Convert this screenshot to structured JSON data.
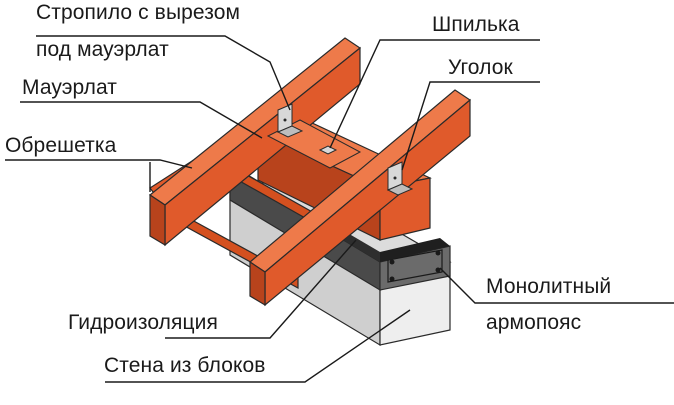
{
  "labels": {
    "rafter_line1": "Стропило с вырезом",
    "rafter_line2": "под мауэрлат",
    "mauerlat": "Мауэрлат",
    "lathing": "Обрешетка",
    "stud": "Шпилька",
    "corner": "Уголок",
    "monolithic_line1": "Монолитный",
    "monolithic_line2": "армопояс",
    "waterproofing": "Гидроизоляция",
    "wall": "Стена из блоков"
  },
  "colors": {
    "wood": "#e05a2b",
    "wood_dark": "#b8431c",
    "wood_light": "#ee7a4a",
    "concrete_front": "#eeeeee",
    "concrete_side": "#cfcfcf",
    "belt_front": "#6b6b6b",
    "belt_side": "#4a4a4a",
    "waterproofing": "#2e2e2e",
    "metal": "#d8d8d8",
    "outline": "#2a2a2a"
  }
}
